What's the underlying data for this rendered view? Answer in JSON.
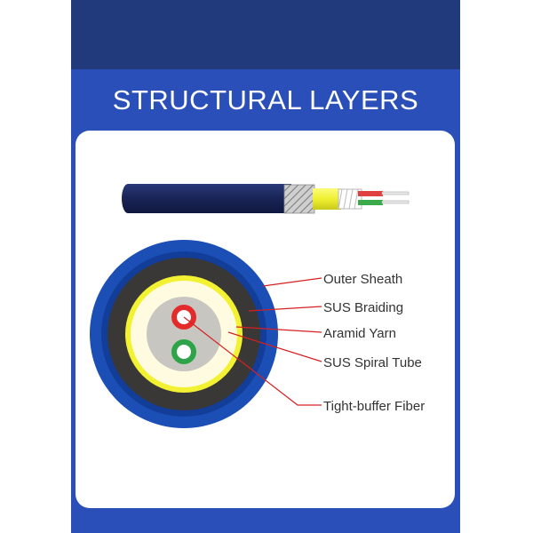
{
  "page": {
    "title": "STRUCTURAL LAYERS"
  },
  "colors": {
    "panel": "#2a4fb8",
    "top_band": "#203a7c",
    "outer_sheath": "#1c4fb5",
    "sus_braiding": "#3a3836",
    "aramid_yarn": "#f2f233",
    "spiral_tube": "#fffbe0",
    "fiber_core": "#c8c6c0",
    "fiber_red": "#e32b2b",
    "fiber_green": "#2da447",
    "leader_line": "#d62020"
  },
  "callouts": [
    {
      "label": "Outer Sheath"
    },
    {
      "label": "SUS Braiding"
    },
    {
      "label": "Aramid Yarn"
    },
    {
      "label": "SUS Spiral Tube"
    },
    {
      "label": "Tight-buffer Fiber"
    }
  ]
}
